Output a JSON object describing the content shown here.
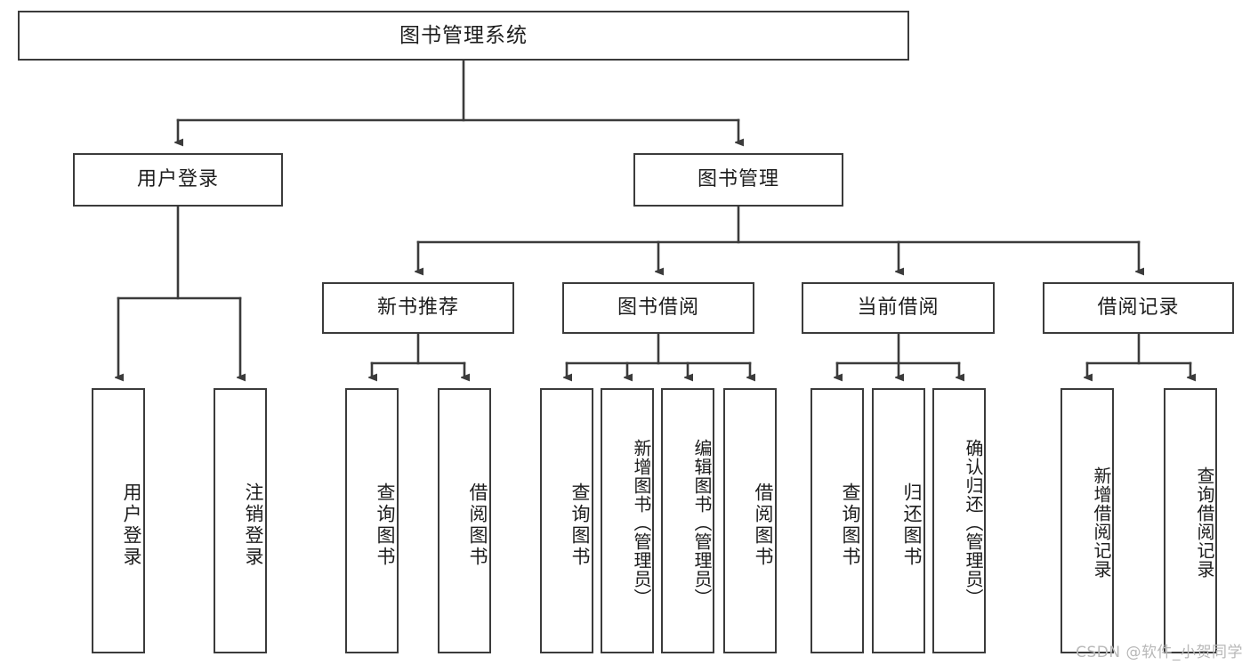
{
  "diagram": {
    "title": "图书管理系统",
    "type": "hierarchy-tree",
    "root": {
      "label": "图书管理系统"
    },
    "level2": [
      {
        "label": "用户登录"
      },
      {
        "label": "图书管理"
      }
    ],
    "level3": [
      {
        "label": "新书推荐",
        "parent": "图书管理"
      },
      {
        "label": "图书借阅",
        "parent": "图书管理"
      },
      {
        "label": "当前借阅",
        "parent": "图书管理"
      },
      {
        "label": "借阅记录",
        "parent": "图书管理"
      }
    ],
    "leaves": {
      "user_login": [
        {
          "label": "用户登录"
        },
        {
          "label": "注销登录"
        }
      ],
      "new_book_recommend": [
        {
          "label": "查询图书"
        },
        {
          "label": "借阅图书"
        }
      ],
      "book_borrow": [
        {
          "label": "查询图书"
        },
        {
          "label": "新增图书（管理员）"
        },
        {
          "label": "编辑图书（管理员）"
        },
        {
          "label": "借阅图书"
        }
      ],
      "current_borrow": [
        {
          "label": "查询图书"
        },
        {
          "label": "归还图书"
        },
        {
          "label": "确认归还（管理员）"
        }
      ],
      "borrow_record": [
        {
          "label": "新增借阅记录"
        },
        {
          "label": "查询借阅记录"
        }
      ]
    }
  },
  "watermark": {
    "text": "CSDN @软件_小贺同学"
  },
  "colors": {
    "stroke": "#3b3b3b",
    "background": "#ffffff",
    "text": "#1d1d1d",
    "watermark": "#b8b8b8"
  }
}
